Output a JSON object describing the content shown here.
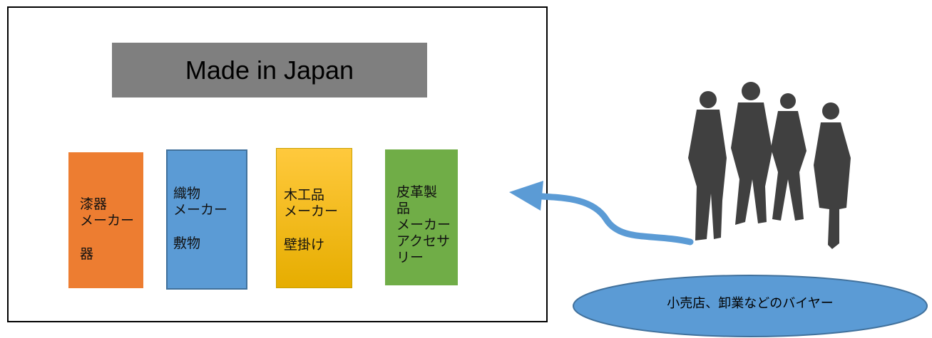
{
  "banner": {
    "title": "Made in Japan"
  },
  "cards": [
    {
      "line1": "漆器",
      "line2": "メーカー",
      "line3": "器",
      "color": "#ed7d31"
    },
    {
      "line1": "織物",
      "line2": "メーカー",
      "line3": "敷物",
      "color": "#5b9bd5"
    },
    {
      "line1": "木工品",
      "line2": "メーカー",
      "line3": "壁掛け",
      "color": "#ffc000"
    },
    {
      "line1": "皮革製",
      "line1b": "品",
      "line2": "メーカー",
      "line3": "アクセサ",
      "line3b": "リー",
      "color": "#70ad47"
    }
  ],
  "buyers": {
    "label": "小売店、卸業などのバイヤー",
    "fill": "#5b9bd5"
  },
  "icons": {
    "people": "businesspeople-silhouette-icon",
    "arrow": "curved-arrow-icon"
  }
}
